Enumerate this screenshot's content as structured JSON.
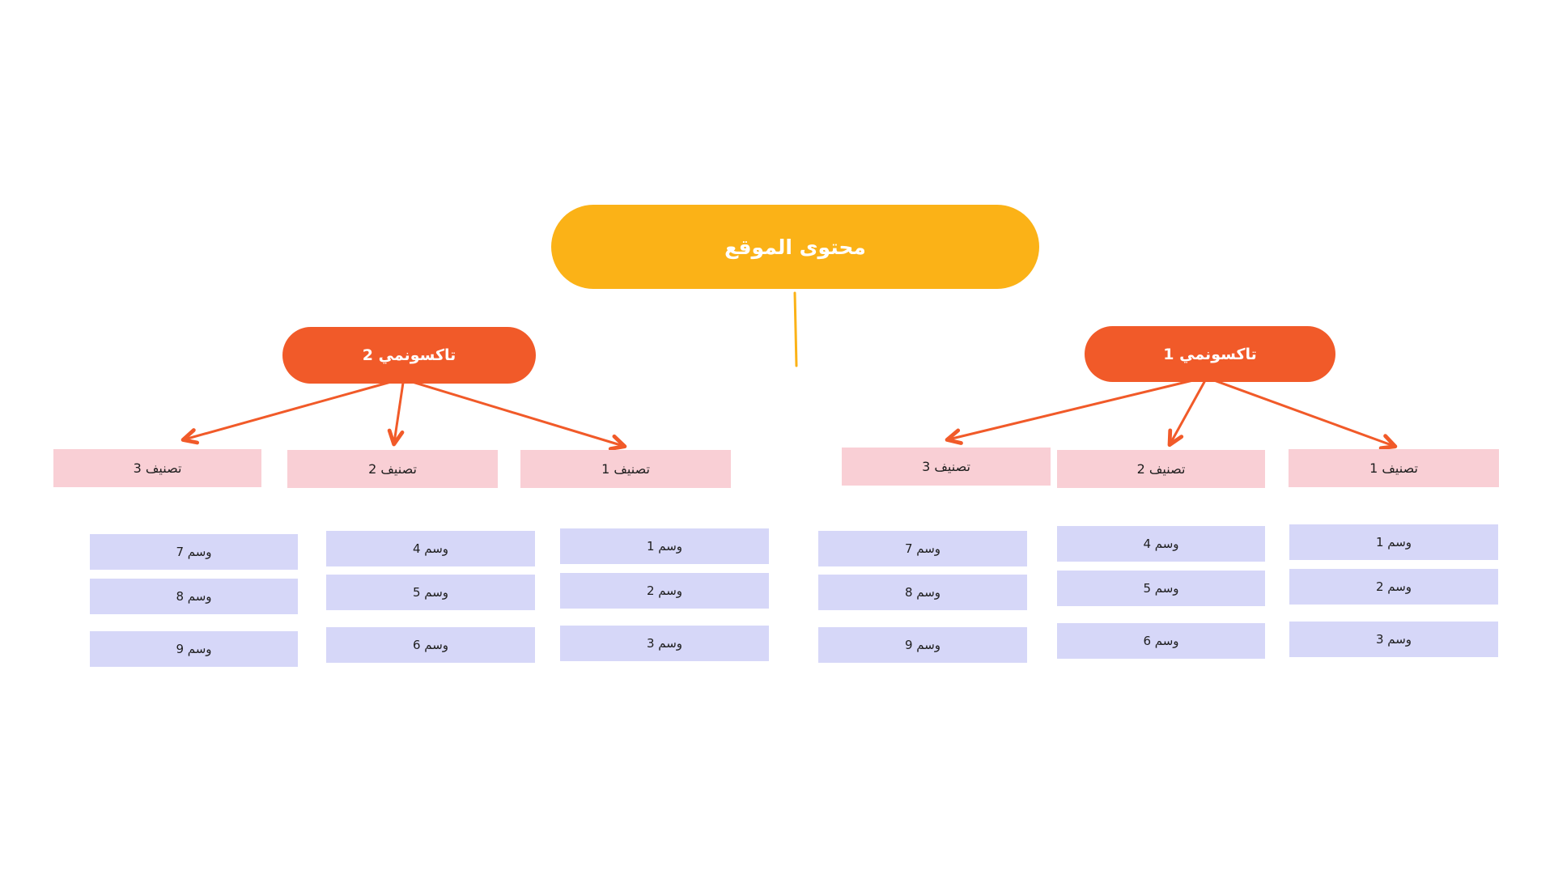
{
  "colors": {
    "root_fill": "#FBB217",
    "taxonomy_fill": "#F15A29",
    "category_fill": "#F9CFD5",
    "tag_fill": "#D6D7F8",
    "root_text": "#FFFFFF",
    "taxonomy_text": "#FFFFFF",
    "node_text": "#1E1E1E",
    "connector": "#FBB217",
    "arrow": "#F15A29",
    "canvas_bg": "#FFFFFF"
  },
  "root": {
    "label": "محتوى الموقع"
  },
  "taxonomies": [
    {
      "label": "تاكسونمي 1",
      "categories": [
        {
          "label": "تصنيف 1",
          "tags": [
            "وسم 1",
            "وسم 2",
            "وسم 3"
          ]
        },
        {
          "label": "تصنيف 2",
          "tags": [
            "وسم 4",
            "وسم 5",
            "وسم 6"
          ]
        },
        {
          "label": "تصنيف 3",
          "tags": [
            "وسم 7",
            "وسم 8",
            "وسم 9"
          ]
        }
      ]
    },
    {
      "label": "تاكسونمي 2",
      "categories": [
        {
          "label": "تصنيف 1",
          "tags": [
            "وسم 1",
            "وسم 2",
            "وسم 3"
          ]
        },
        {
          "label": "تصنيف 2",
          "tags": [
            "وسم 4",
            "وسم 5",
            "وسم 6"
          ]
        },
        {
          "label": "تصنيف 3",
          "tags": [
            "وسم 7",
            "وسم 8",
            "وسم 9"
          ]
        }
      ]
    }
  ]
}
